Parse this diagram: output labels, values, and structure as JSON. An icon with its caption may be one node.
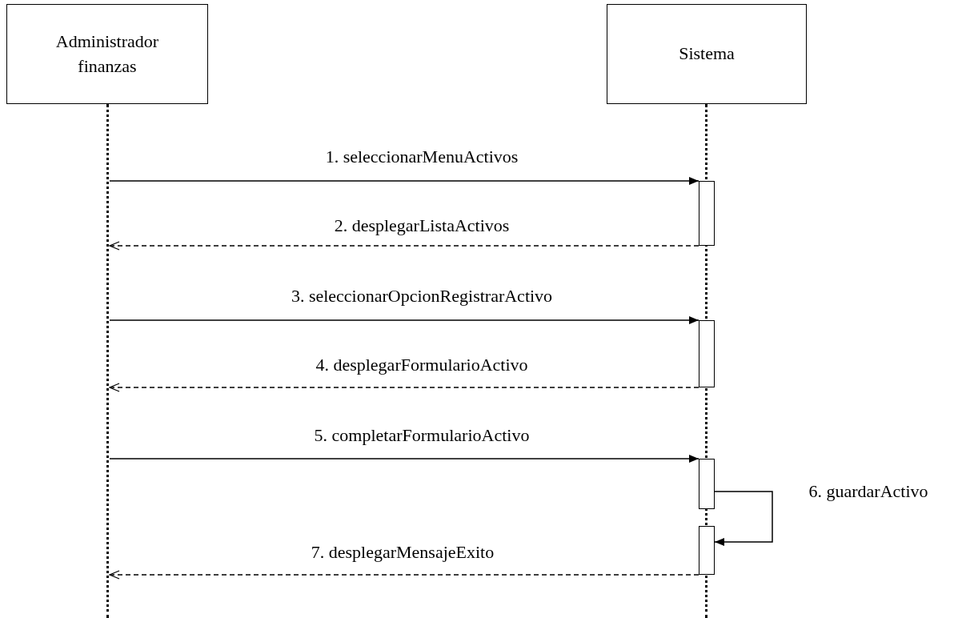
{
  "diagram": {
    "nodes": [
      {
        "text": [
          "Administrador finanzas"
        ]
      },
      {
        "text": [
          "Sistema"
        ]
      },
      {
        "text": [],
        "shape": "line"
      },
      {
        "text": [],
        "shape": "line"
      },
      {
        "text": [],
        "shape": "bar"
      },
      {
        "text": [],
        "shape": "bar"
      },
      {
        "text": [],
        "shape": "bar"
      },
      {
        "text": [],
        "shape": "bar"
      }
    ],
    "edges": [
      {
        "from": 2,
        "to": 4,
        "arrow": "to",
        "label": "1. seleccionarMenuActivos"
      },
      {
        "from": 4,
        "to": 2,
        "arrow": "to",
        "style": "dashed",
        "label": "2. desplegarListaActivos"
      },
      {
        "from": 2,
        "to": 5,
        "arrow": "to",
        "label": "3. seleccionarOpcionRegistrarActivo"
      },
      {
        "from": 5,
        "to": 2,
        "arrow": "to",
        "style": "dashed",
        "label": "4. desplegarFormularioActivo"
      },
      {
        "from": 2,
        "to": 6,
        "arrow": "to",
        "label": "5. completarFormularioActivo"
      },
      {
        "from": 6,
        "to": 7,
        "arrow": "to",
        "label": "6. guardarActivo"
      },
      {
        "from": 7,
        "to": 2,
        "arrow": "to",
        "style": "dashed",
        "label": "7.  desplegarMensajeExito"
      }
    ]
  }
}
